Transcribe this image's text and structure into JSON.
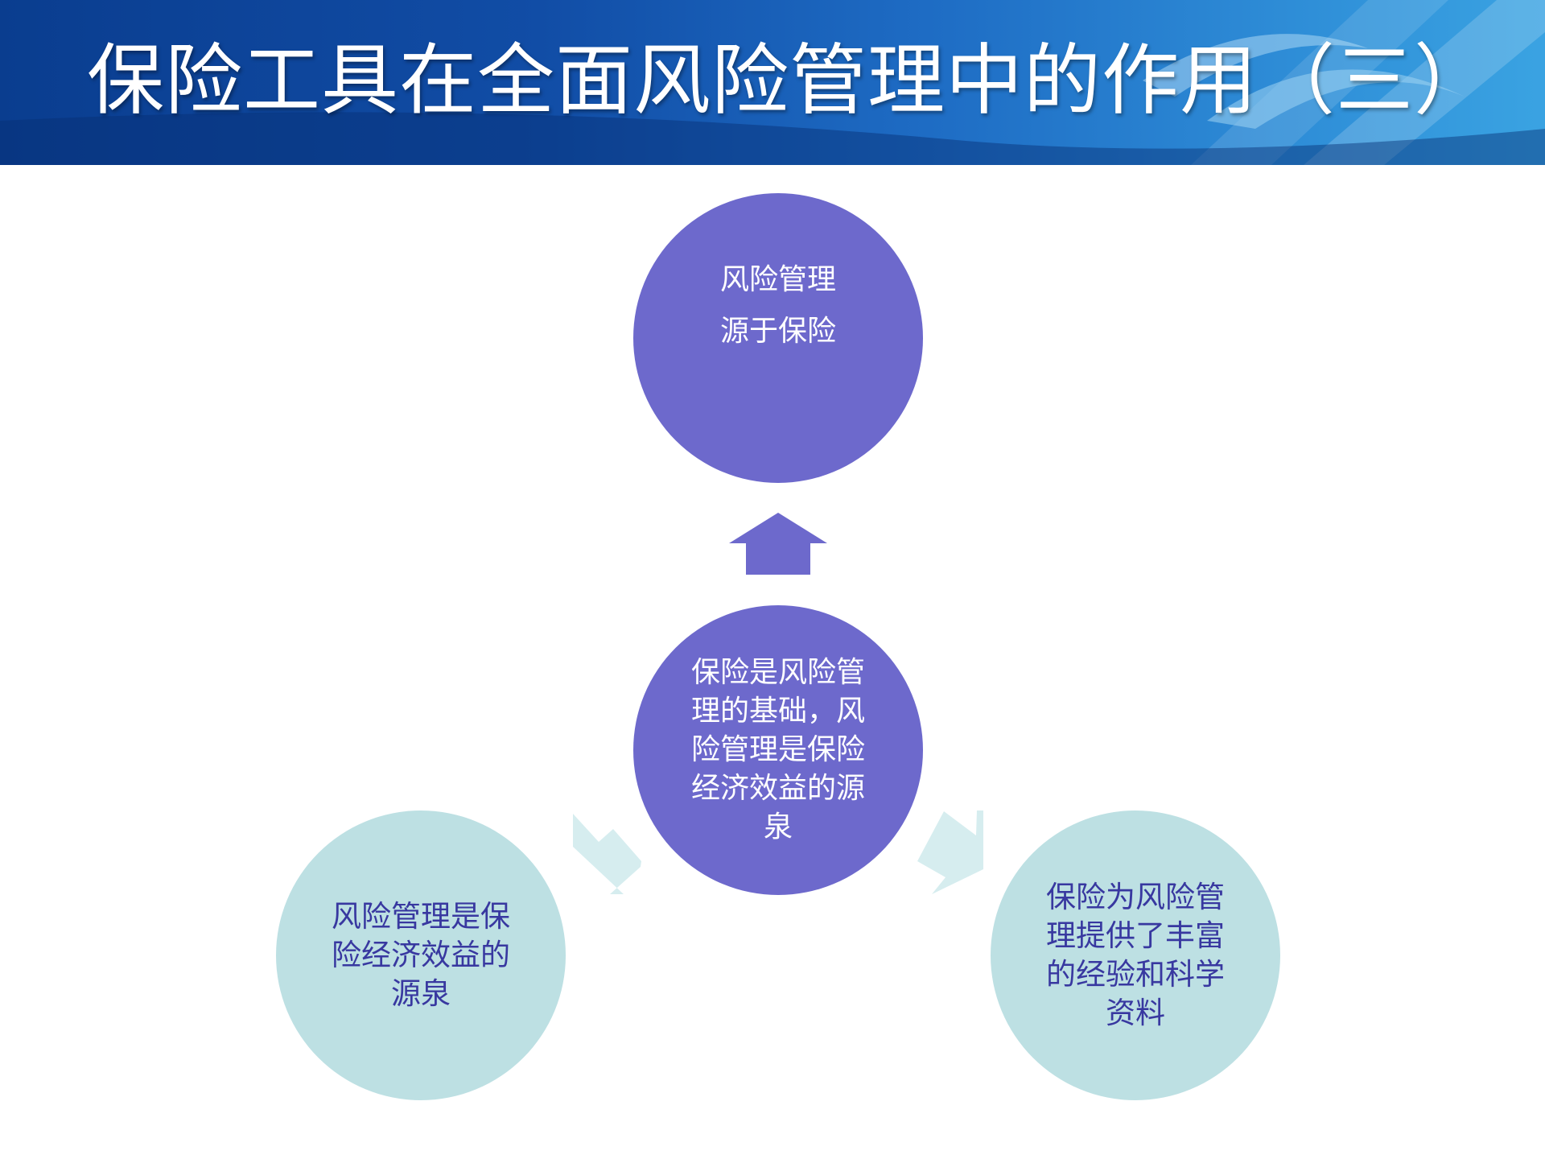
{
  "page": {
    "title": "保险工具在全面风险管理中的作用（三）"
  },
  "diagram": {
    "top_node": {
      "line1": "风险管理",
      "line2": "源于保险"
    },
    "center_node": {
      "text": "保险是风险管理的基础，风险管理是保险经济效益的源泉"
    },
    "left_node": {
      "text": "风险管理是保险经济效益的源泉"
    },
    "right_node": {
      "text": "保险为风险管理提供了丰富的经验和科学资料"
    }
  },
  "colors": {
    "header_dark": "#0a3d8f",
    "header_light": "#3aa3e2",
    "primary_circle": "#6d69cc",
    "secondary_circle": "#bde0e3",
    "secondary_text": "#3838a0",
    "light_arrow": "#d6edef"
  }
}
